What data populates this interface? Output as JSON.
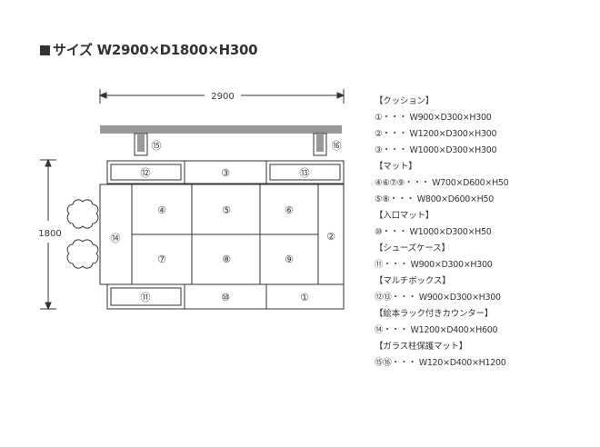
{
  "title": "■サイズ W2900×D1800×H300",
  "title_text": "サイズ W2900×D1800×H300",
  "dims": {
    "width_label": "2900",
    "depth_label": "1800"
  },
  "modules": {
    "c12": "⑫",
    "c3a": "③",
    "c13": "⑬",
    "c14": "⑭",
    "c4": "④",
    "c5": "⑤",
    "c6": "⑥",
    "c2": "②",
    "c7": "⑦",
    "c8": "⑧",
    "c9": "⑨",
    "c11": "⑪",
    "c10": "⑩",
    "c1": "①",
    "c15": "⑮",
    "c16": "⑯"
  },
  "legend": [
    {
      "type": "category",
      "text": "【クッション】"
    },
    {
      "type": "spec",
      "text": "①・・・ W900×D300×H300"
    },
    {
      "type": "spec",
      "text": "②・・・ W1200×D300×H300"
    },
    {
      "type": "spec",
      "text": "③・・・ W1000×D300×H300"
    },
    {
      "type": "category",
      "text": "【マット】"
    },
    {
      "type": "spec",
      "text": "④⑥⑦⑨・・・ W700×D600×H50"
    },
    {
      "type": "spec",
      "text": "⑤⑧・・・ W800×D600×H50"
    },
    {
      "type": "category",
      "text": "【入口マット】"
    },
    {
      "type": "spec",
      "text": "⑩・・・ W1000×D300×H50"
    },
    {
      "type": "category",
      "text": "【シューズケース】"
    },
    {
      "type": "spec",
      "text": "⑪・・・ W900×D300×H300"
    },
    {
      "type": "category",
      "text": "【マルチボックス】"
    },
    {
      "type": "spec",
      "text": "⑫⑬・・・ W900×D300×H300"
    },
    {
      "type": "category",
      "text": "【絵本ラック付きカウンター】"
    },
    {
      "type": "spec",
      "text": "⑭・・・ W1200×D400×H600"
    },
    {
      "type": "category",
      "text": "【ガラス柱保護マット】"
    },
    {
      "type": "spec",
      "text": "⑮⑯・・・ W120×D400×H1200"
    }
  ],
  "colors": {
    "line": "#333333",
    "wall": "#999999",
    "fill": "#ffffff"
  }
}
